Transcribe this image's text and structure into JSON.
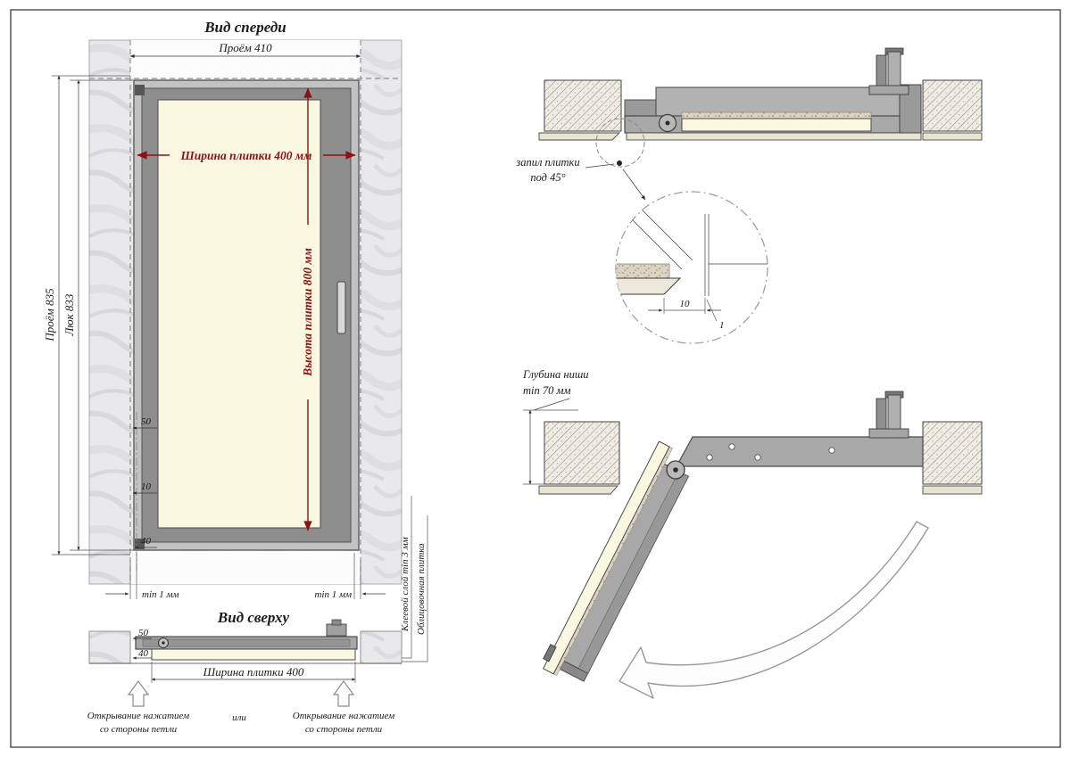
{
  "meta": {
    "colors": {
      "dim_red": "#8b1212",
      "tile_cream": "#fbf8e2",
      "frame_gray": "#a8a8a8"
    }
  },
  "front_view": {
    "title": "Вид спереди",
    "opening_width": "Проём 410",
    "tile_width": "Ширина плитки 400 мм",
    "tile_height": "Высота плитки 800 мм",
    "opening_height": "Проём 835",
    "hatch_height": "Люк 833",
    "dim_50": "50",
    "dim_10": "10",
    "dim_40": "40",
    "gap_left": "min 1 мм",
    "gap_right": "min 1 мм",
    "glue_layer": "Клеевой слой min 3 мм",
    "facing_tile": "Облицовочная плитка"
  },
  "top_view": {
    "title": "Вид сверху",
    "dim_50": "50",
    "dim_40": "40",
    "tile_width": "Ширина плитки 400",
    "open_note_left_line1": "Открывание нажатием",
    "open_note_left_line2": "со стороны петли",
    "or": "или",
    "open_note_right_line1": "Открывание нажатием",
    "open_note_right_line2": "со стороны петли"
  },
  "section_closed": {
    "cut_note_line1": "запил плитки",
    "cut_note_line2": "под 45°"
  },
  "detail": {
    "dim_10": "10",
    "dim_1": "1"
  },
  "section_open": {
    "niche_line1": "Глубина ниши",
    "niche_line2": "min 70 мм"
  }
}
